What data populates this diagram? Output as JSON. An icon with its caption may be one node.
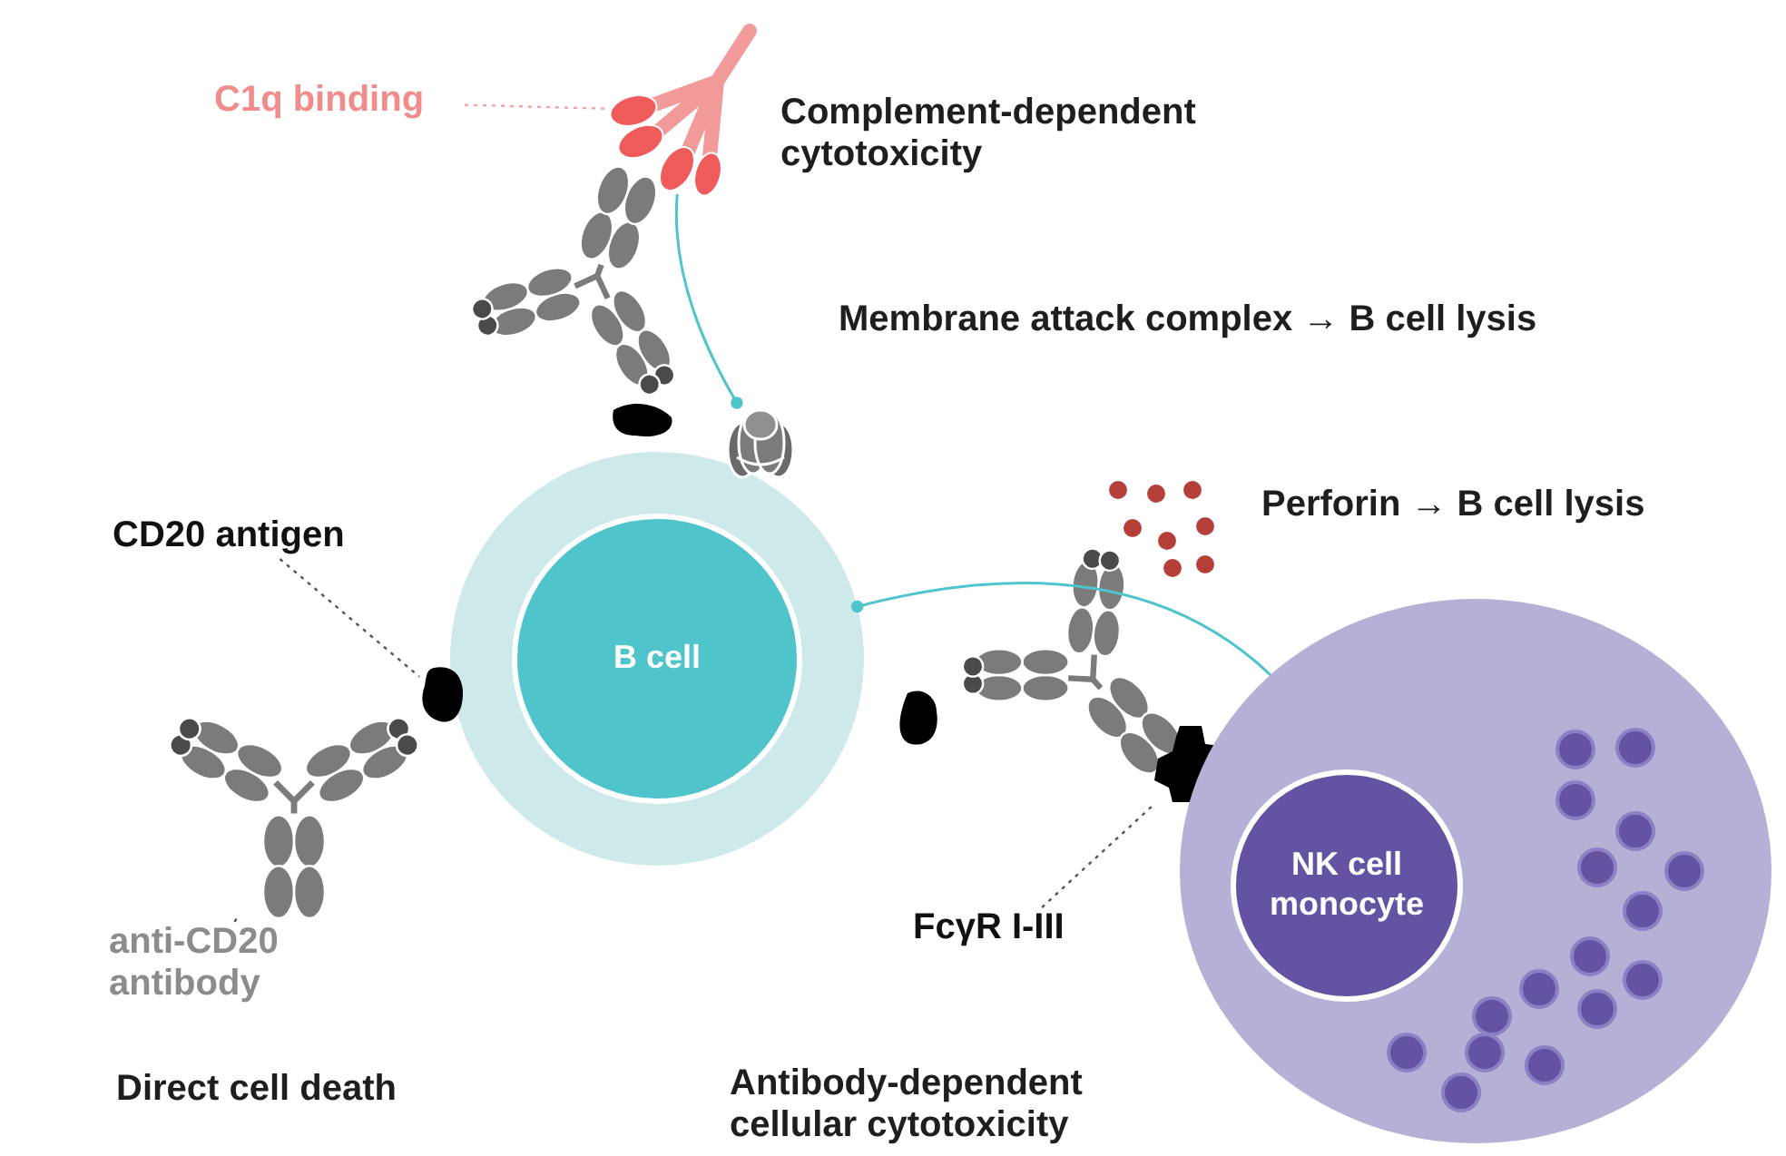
{
  "diagram": {
    "nodes": [
      {
        "text": [
          "C1q binding"
        ]
      },
      {
        "text": [],
        "shape": "picture"
      },
      {
        "text": [
          "B cell"
        ]
      },
      {
        "text": [],
        "shape": "picture"
      },
      {
        "text": [
          "CD20 antigen"
        ]
      },
      {
        "text": [],
        "shape": "blob"
      },
      {
        "text": [
          "anti-CD20 antibody"
        ]
      },
      {
        "text": [],
        "shape": "picture"
      },
      {
        "text": [
          "FcγR I-III"
        ]
      },
      {
        "text": [],
        "shape": "picture"
      },
      {
        "text": [
          "NK cell monocyte"
        ]
      }
    ],
    "edges": [
      {
        "from": 0,
        "to": 1,
        "arrow": "none",
        "style": "dashed",
        "color": "#f4a3a3"
      },
      {
        "from": 1,
        "to": 3,
        "arrow": "other",
        "color": "#4fc4cc"
      },
      {
        "from": 4,
        "to": 5,
        "arrow": "none",
        "style": "dashed"
      },
      {
        "from": 6,
        "to": 7,
        "arrow": "none",
        "style": "dashed"
      },
      {
        "from": 8,
        "to": 9,
        "arrow": "none",
        "style": "dashed"
      },
      {
        "from": 10,
        "to": 2,
        "arrow": "other",
        "color": "#4fc4cc"
      }
    ],
    "labels": [
      "Complement-dependent cytotoxicity",
      "Membrane attack complex → B cell lysis",
      "Perforin → B cell lysis",
      "Direct cell death",
      "Antibody-dependent cellular cytotoxicity"
    ]
  }
}
